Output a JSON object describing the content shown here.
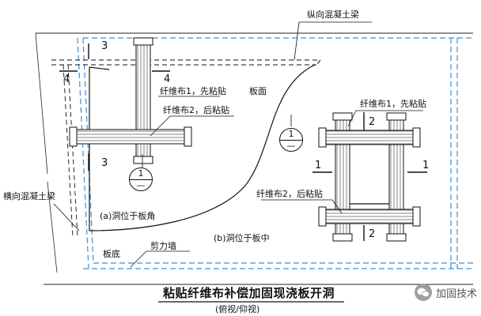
{
  "labels": {
    "longitudinal_beam": "纵向混凝土梁",
    "transverse_beam": "横向混凝土梁",
    "slab_top": "板面",
    "slab_bottom": "板底",
    "shear_wall": "剪力墙",
    "fiber1_first_a": "纤维布1，先粘贴",
    "fiber2_after_a": "纤维布2，后粘贴",
    "fiber1_first_b": "纤维布1，先粘贴",
    "fiber2_after_b": "纤维布2，后粘贴",
    "case_a": "(a)洞位于板角",
    "case_b": "(b)洞位于板中"
  },
  "section_marks": {
    "s3_top": "3",
    "s3_bottom": "3",
    "s4_left": "4",
    "s4_right": "4",
    "s2_top": "2",
    "s2_bottom": "2",
    "s1_left": "1",
    "s1_right": "1"
  },
  "detail_bubbles": [
    {
      "top": "1",
      "bottom": "—"
    },
    {
      "top": "1",
      "bottom": "—"
    }
  ],
  "title": "粘贴纤维布补偿加固现浇板开洞",
  "subtitle": "(俯视/仰视)",
  "watermark": {
    "text": "加固技术",
    "icon": "wechat-icon"
  },
  "colors": {
    "beam_dash": "#3a8fd8",
    "line": "#111111",
    "watermark": "#9e9e9e"
  }
}
